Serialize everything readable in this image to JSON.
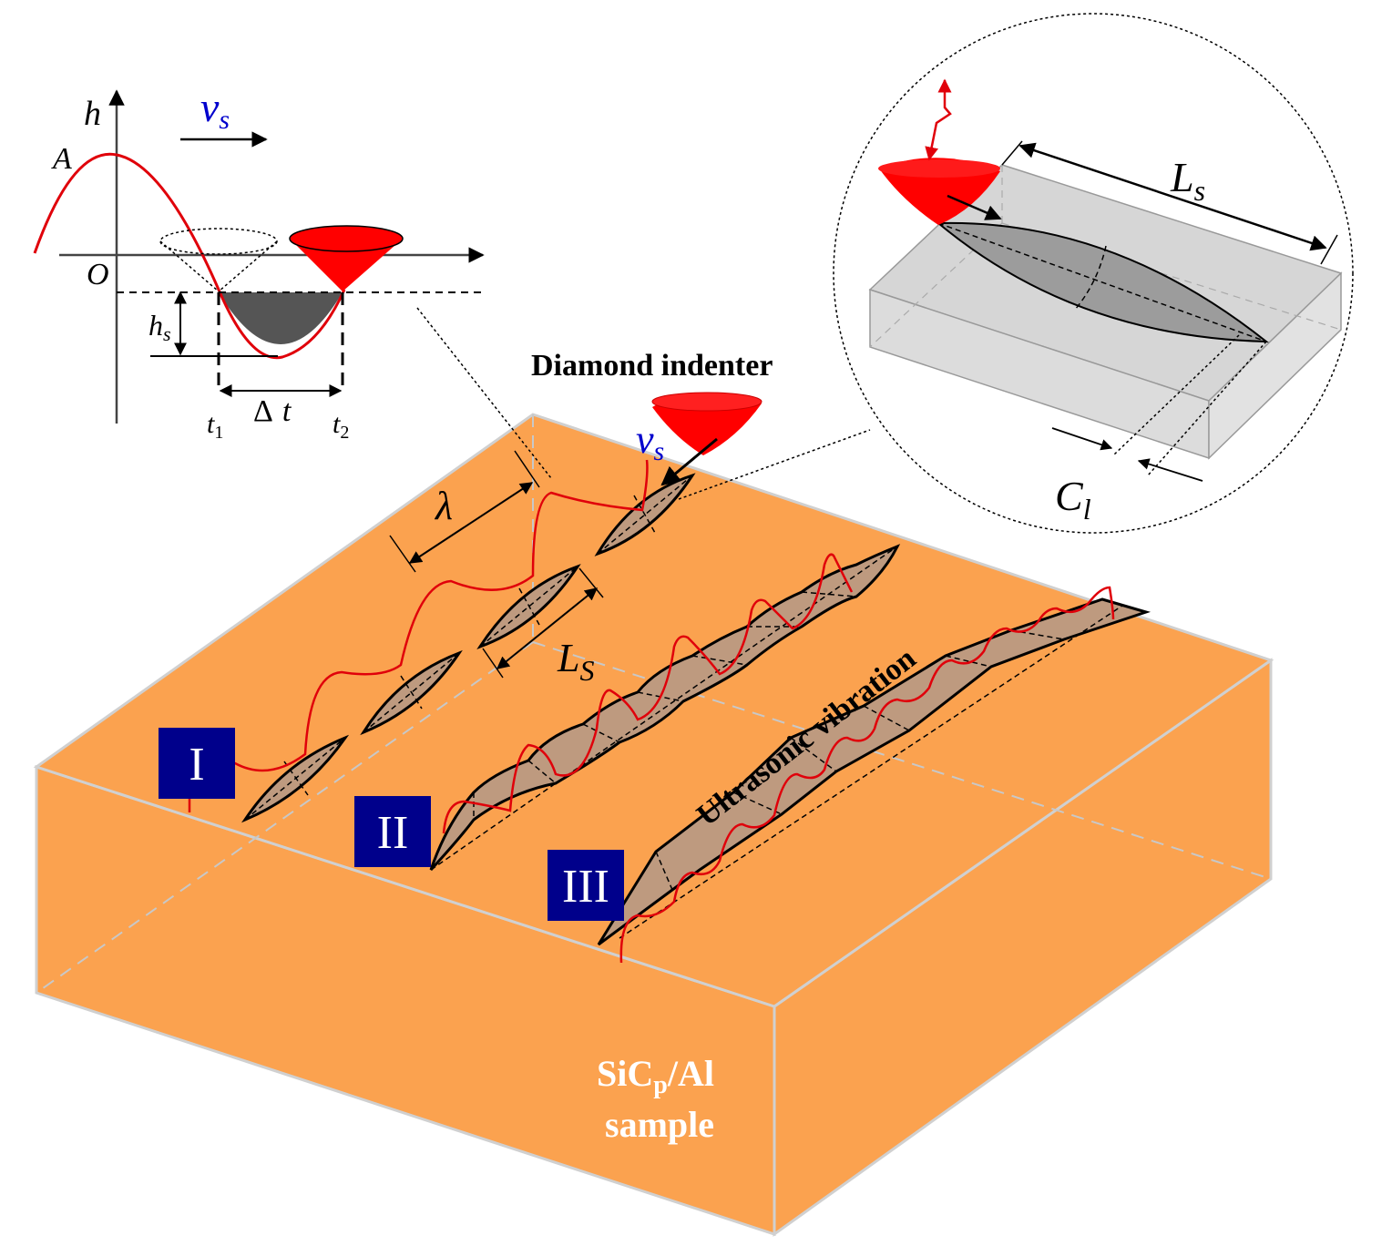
{
  "colors": {
    "sample_top": "#FBA24F",
    "sample_side": "#FBA24F",
    "scratch_fill": "#BE9A7F",
    "indenter": "#FF0000",
    "wave": "#E0000A",
    "label_box": "#00008B",
    "speed_text": "#0000CD",
    "inset_block": "#D6D6D6"
  },
  "graph": {
    "axis_h": "h",
    "axis_origin": "O",
    "amplitude": "A",
    "speed_v": "v",
    "speed_sub": "s",
    "depth_h": "h",
    "depth_sub": "s",
    "delta": "Δ",
    "delta_t": "t",
    "t1": "t",
    "t1_sub": "1",
    "t2": "t",
    "t2_sub": "2"
  },
  "main": {
    "indenter_label": "Diamond indenter",
    "speed_v": "v",
    "speed_sub": "s",
    "lambda": "λ",
    "length_L": "L",
    "length_sub": "S",
    "vibration_label": "Ultrasonic vibration",
    "sample_line1_a": "SiC",
    "sample_line1_sub": "p",
    "sample_line1_b": "/Al",
    "sample_line2": "sample",
    "mode_I": "I",
    "mode_II": "II",
    "mode_III": "III"
  },
  "inset": {
    "length_L": "L",
    "length_sub": "s",
    "width_C": "C",
    "width_sub": "l"
  }
}
